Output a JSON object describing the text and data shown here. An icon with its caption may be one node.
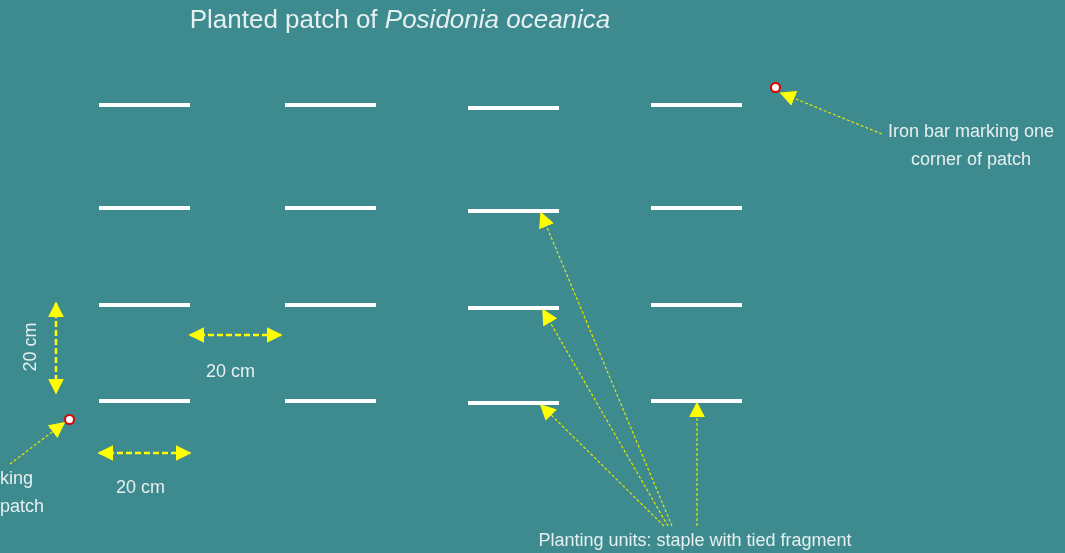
{
  "diagram": {
    "title": "Planted patch of *Posidonia oceanica*",
    "nodes": [
      {
        "text": [],
        "shape": "bar"
      },
      {
        "text": [],
        "shape": "bar"
      },
      {
        "text": [],
        "shape": "bar"
      },
      {
        "text": [],
        "shape": "bar"
      },
      {
        "text": [],
        "shape": "bar"
      },
      {
        "text": [],
        "shape": "bar"
      },
      {
        "text": [],
        "shape": "bar"
      },
      {
        "text": [],
        "shape": "bar"
      },
      {
        "text": [],
        "shape": "bar"
      },
      {
        "text": [],
        "shape": "bar"
      },
      {
        "text": [],
        "shape": "bar"
      },
      {
        "text": [],
        "shape": "bar"
      },
      {
        "text": [],
        "shape": "bar"
      },
      {
        "text": [],
        "shape": "bar"
      },
      {
        "text": [],
        "shape": "bar"
      },
      {
        "text": [],
        "shape": "bar"
      },
      {
        "text": [],
        "shape": "circle"
      },
      {
        "text": [],
        "shape": "circle"
      },
      {
        "text": [
          "Iron bar marking one corner of patch"
        ]
      },
      {
        "text": [
          "king patch"
        ]
      },
      {
        "text": [
          "Planting units: staple with tied fragment"
        ]
      }
    ],
    "edges": [
      {
        "from": 18,
        "to": 16,
        "arrow": "to",
        "style": "dashed"
      },
      {
        "from": 19,
        "to": 17,
        "arrow": "to",
        "style": "dashed"
      },
      {
        "from": 20,
        "to": 6,
        "arrow": "to",
        "style": "dashed"
      },
      {
        "from": 20,
        "to": 10,
        "arrow": "to",
        "style": "dashed"
      },
      {
        "from": 20,
        "to": 14,
        "arrow": "to",
        "style": "dashed"
      },
      {
        "from": 20,
        "to": 15,
        "arrow": "to",
        "style": "dashed"
      }
    ],
    "labels": [
      "20 cm",
      "20 cm",
      "20 cm"
    ]
  }
}
